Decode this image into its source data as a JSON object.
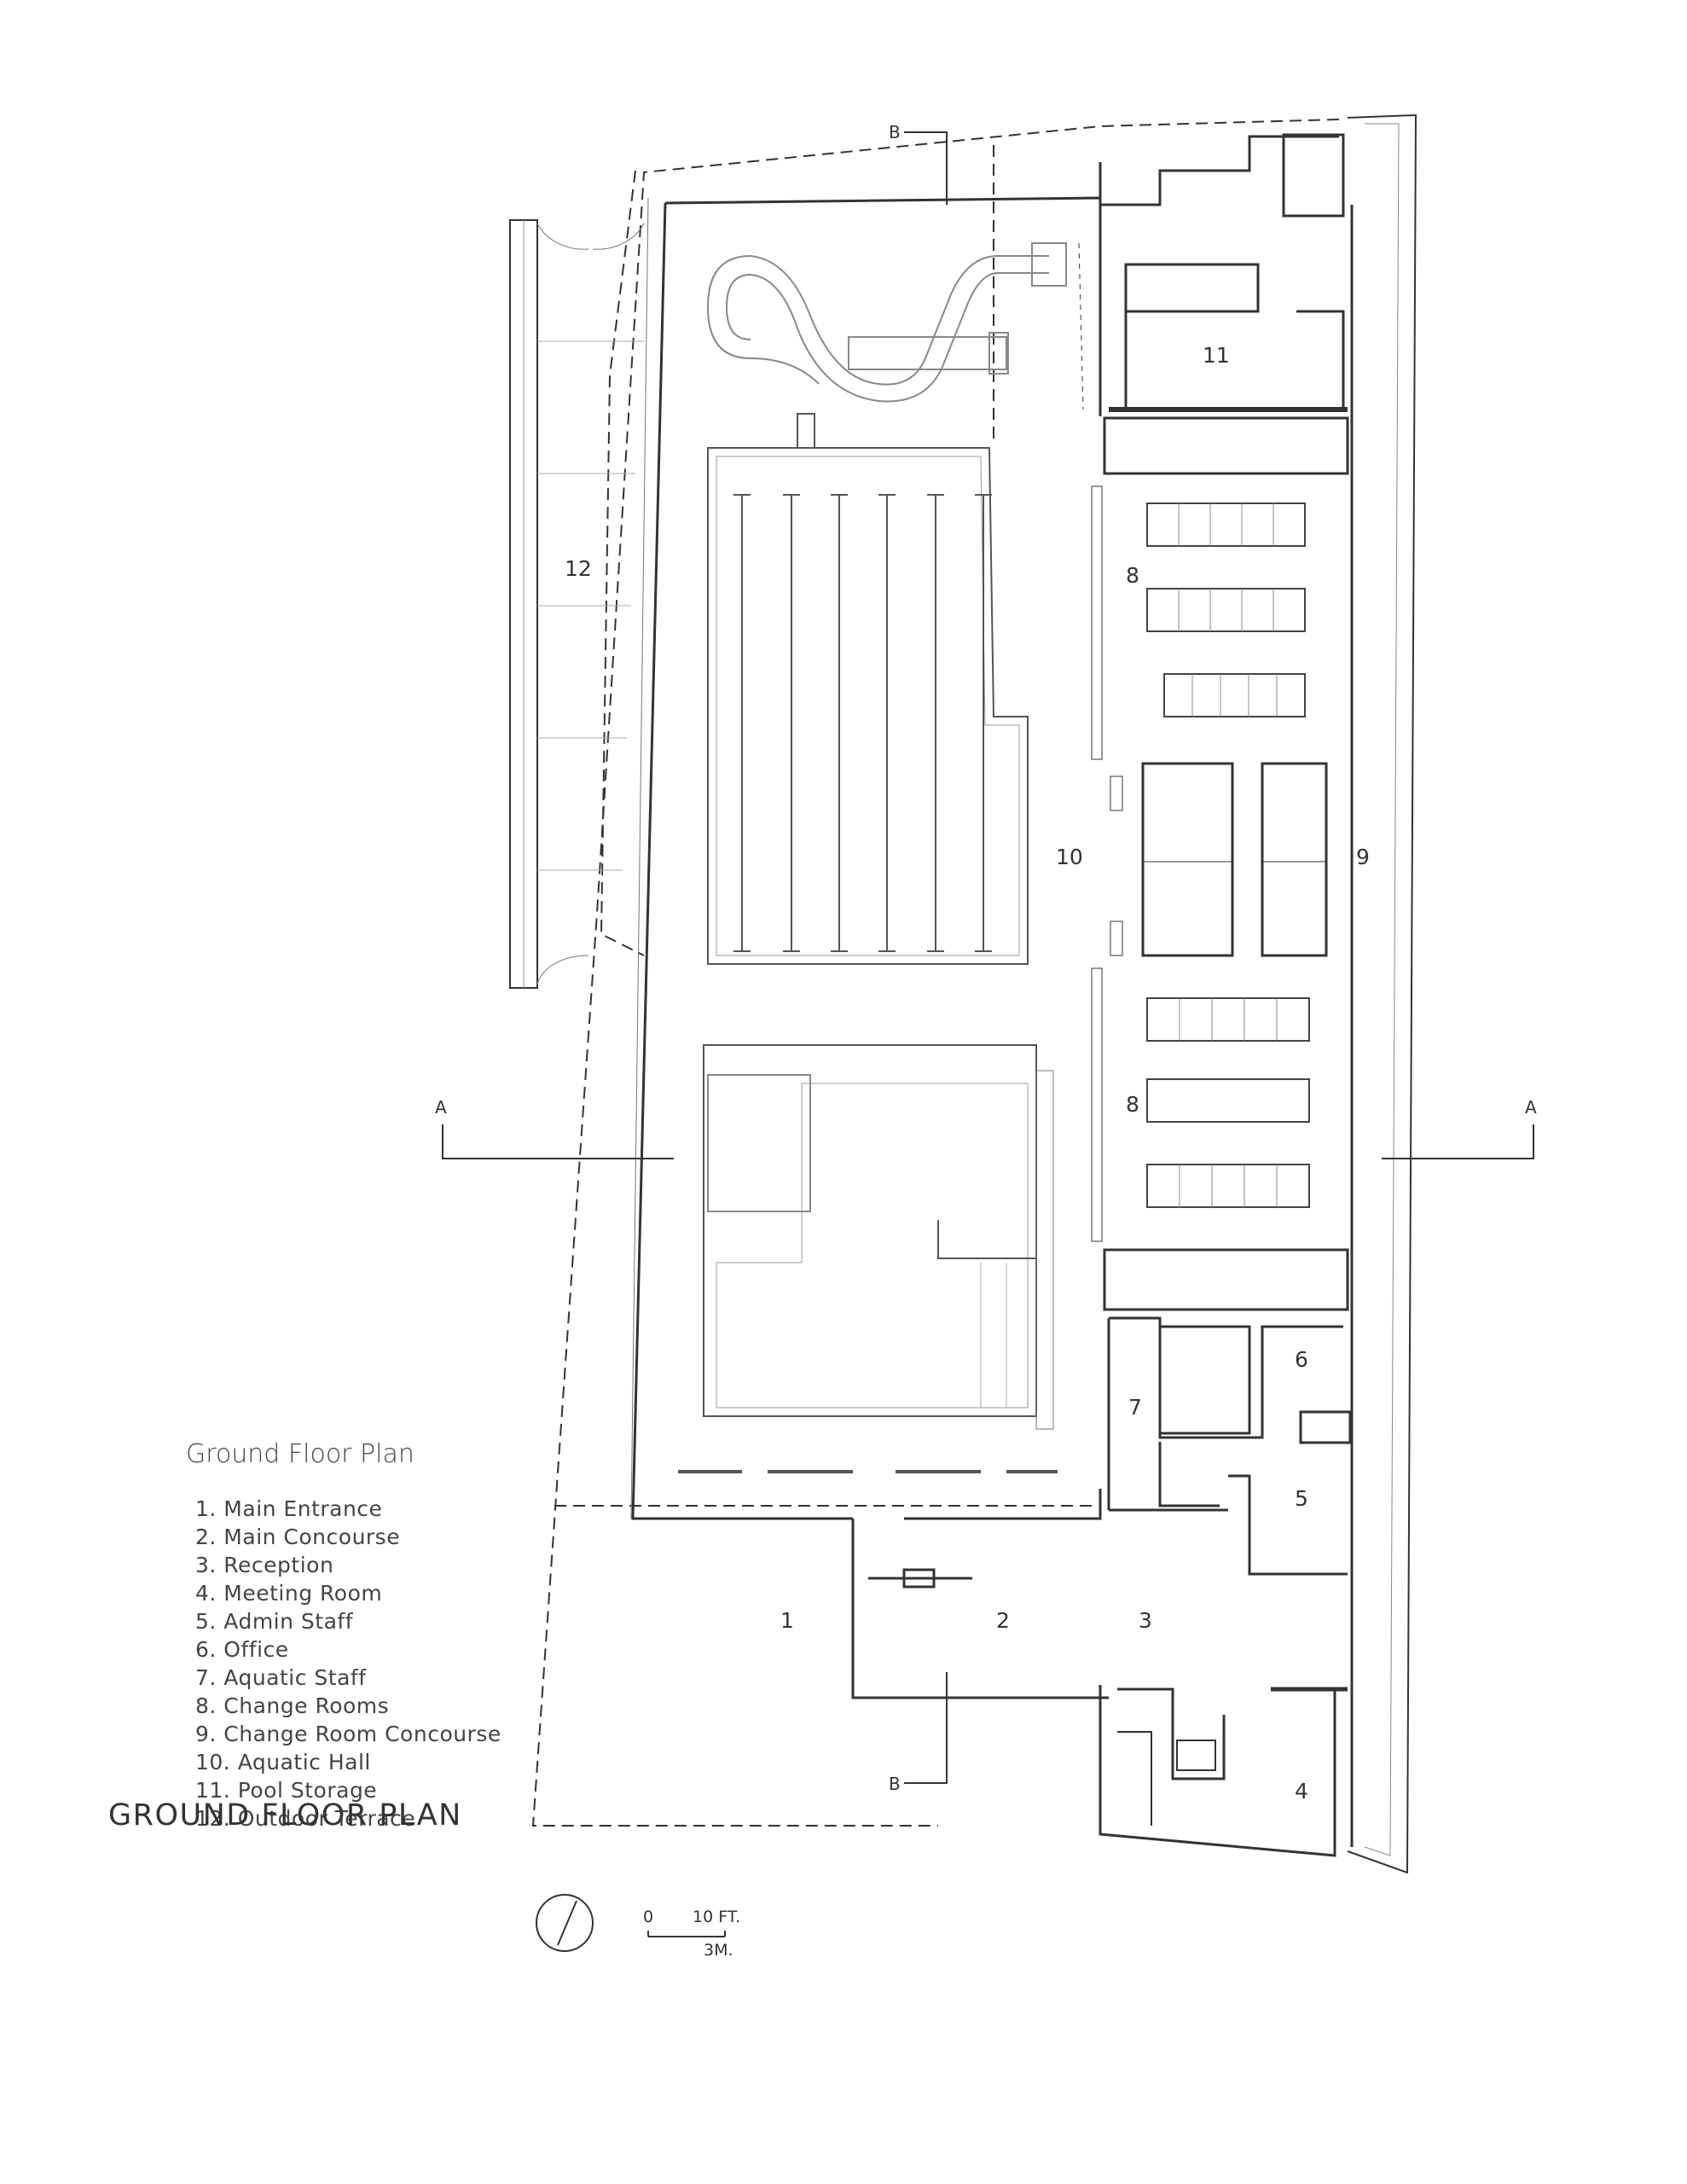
{
  "drawing_title": "GROUND FLOOR PLAN",
  "legend": {
    "title": "Ground Floor Plan",
    "items": [
      "1. Main Entrance",
      "2. Main Concourse",
      "3. Reception",
      "4. Meeting Room",
      "5. Admin Staff",
      "6. Office",
      "7. Aquatic Staff",
      "8. Change Rooms",
      "9. Change Room Concourse",
      "10. Aquatic Hall",
      "11. Pool Storage",
      "12. Outdoor Terrace"
    ]
  },
  "room_labels": {
    "r1": "1",
    "r2": "2",
    "r3": "3",
    "r4": "4",
    "r5": "5",
    "r6": "6",
    "r7": "7",
    "r8a": "8",
    "r8b": "8",
    "r9": "9",
    "r10": "10",
    "r11": "11",
    "r12": "12"
  },
  "section_marks": {
    "a_left": "A",
    "a_right": "A",
    "b_top": "B",
    "b_bottom": "B"
  },
  "scale": {
    "zero": "0",
    "ft": "10 FT.",
    "m": "3M."
  },
  "colors": {
    "line": "#333333",
    "light_line": "#999999"
  }
}
